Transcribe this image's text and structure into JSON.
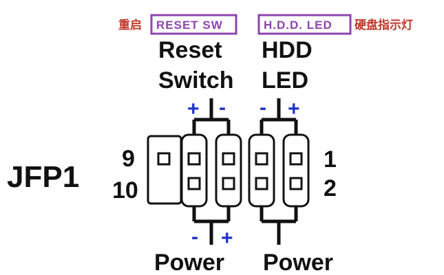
{
  "reset_cn": "重启",
  "reset_box": "RESET SW",
  "hdd_box": "H.D.D.  LED",
  "hdd_cn": "硬盘指示灯",
  "reset_line1": "Reset",
  "reset_line2": "Switch",
  "hdd_line1": "HDD",
  "hdd_line2": "LED",
  "header_name": "JFP1",
  "pin_9": "9",
  "pin_10": "10",
  "pin_1": "1",
  "pin_2": "2",
  "power_left": "Power",
  "power_right": "Power",
  "signs": {
    "plus": "+",
    "minus": "-"
  },
  "colors": {
    "cn_label": "#c0392b",
    "box_label": "#8e44ad",
    "polarity": "#1f33c8"
  }
}
